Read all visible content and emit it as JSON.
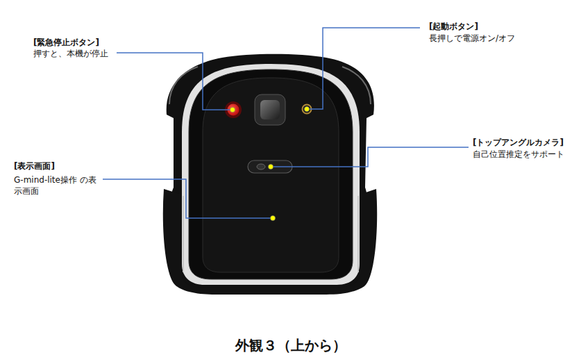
{
  "diagram": {
    "caption": "外観３（上から）",
    "labels": [
      "[緊急停止ボタン]",
      "押すと、本機が停止",
      "[起動ボタン]",
      "長押しで電源オン/オフ",
      "[トップアングルカメラ]",
      "自己位置推定をサポート",
      "[表示画面]",
      "G-mind-lite操作 の表示画面"
    ]
  }
}
